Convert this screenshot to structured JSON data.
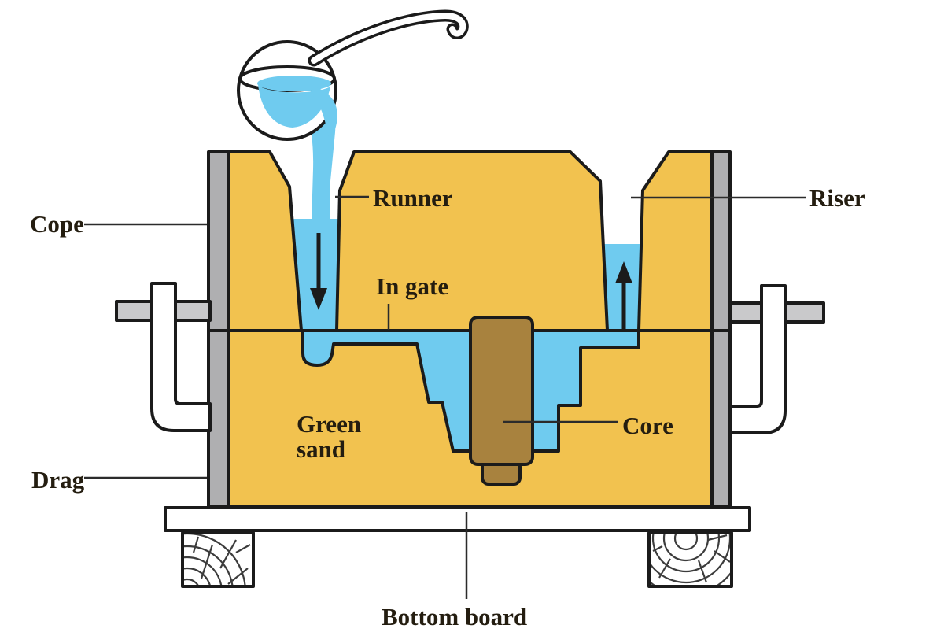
{
  "diagram": {
    "type": "sand-casting-mold-cross-section",
    "labels": {
      "cope": "Cope",
      "drag": "Drag",
      "runner": "Runner",
      "in_gate": "In gate",
      "riser": "Riser",
      "core": "Core",
      "green_sand_line1": "Green",
      "green_sand_line2": "sand",
      "bottom_board": "Bottom board"
    },
    "icons": {
      "sprue_flow": "down-arrow",
      "riser_flow": "up-arrow"
    },
    "colors": {
      "sand": "#F2C24F",
      "molten_metal": "#6FCBEF",
      "core": "#A8823E",
      "flask_wall": "#AFAFB1",
      "clamp_bar": "#C9C9CB",
      "wood_board": "#FFFFFF",
      "outline": "#1B1B1B",
      "label_text": "#241D10",
      "background": "#FFFFFF"
    }
  }
}
